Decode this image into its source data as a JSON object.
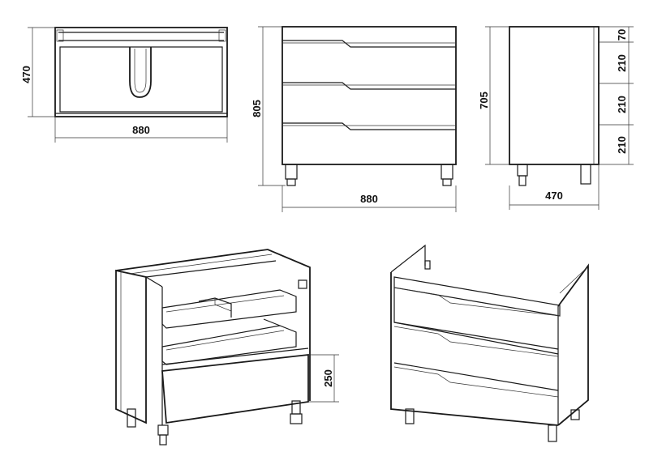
{
  "views": {
    "top": {
      "width_label": "880",
      "depth_label": "470"
    },
    "front": {
      "height_label": "805",
      "width_label": "880"
    },
    "side": {
      "height_label": "705",
      "depth_label": "470",
      "segment_labels": [
        "70",
        "210",
        "210",
        "210"
      ]
    },
    "open_iso": {
      "drawer_height_label": "250"
    }
  }
}
